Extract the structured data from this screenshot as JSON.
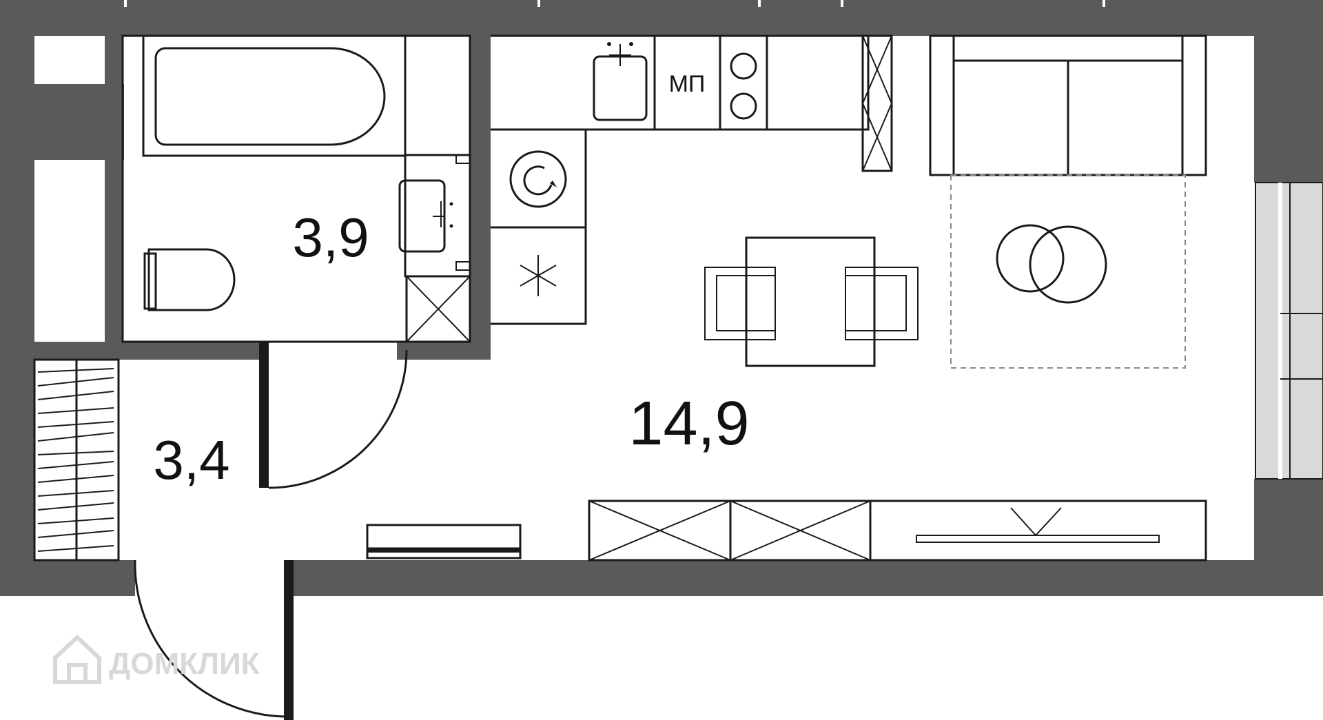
{
  "plan": {
    "rooms": [
      {
        "id": "bathroom",
        "area_label": "3,9"
      },
      {
        "id": "hallway",
        "area_label": "3,4"
      },
      {
        "id": "living-room",
        "area_label": "14,9"
      }
    ],
    "kitchen": {
      "microwave_label": "МП"
    },
    "colors": {
      "wall": "#5a5a5a",
      "line": "#1a1a1a",
      "background": "#ffffff",
      "window_glass": "#d9d9d9",
      "watermark": "#d8d8d8"
    }
  },
  "watermark": {
    "text": "ДОМКЛИК",
    "icon": "house-icon"
  }
}
